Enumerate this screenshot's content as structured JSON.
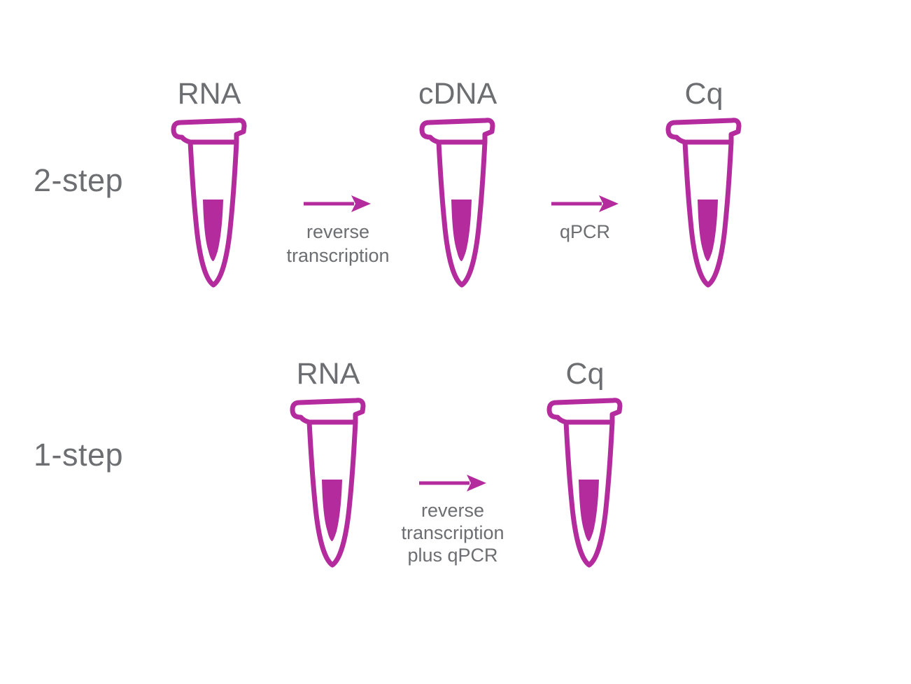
{
  "colors": {
    "magenta": "#b42b9d",
    "gray": "#6d6e71"
  },
  "rows": [
    {
      "label": "2-step",
      "tubes": [
        {
          "label": "RNA"
        },
        {
          "label": "cDNA"
        },
        {
          "label": "Cq"
        }
      ],
      "arrows": [
        {
          "lines": [
            "reverse",
            "transcription"
          ]
        },
        {
          "lines": [
            "qPCR"
          ]
        }
      ]
    },
    {
      "label": "1-step",
      "tubes": [
        {
          "label": "RNA"
        },
        {
          "label": "Cq"
        }
      ],
      "arrows": [
        {
          "lines": [
            "reverse",
            "transcription",
            "plus qPCR"
          ]
        }
      ]
    }
  ]
}
